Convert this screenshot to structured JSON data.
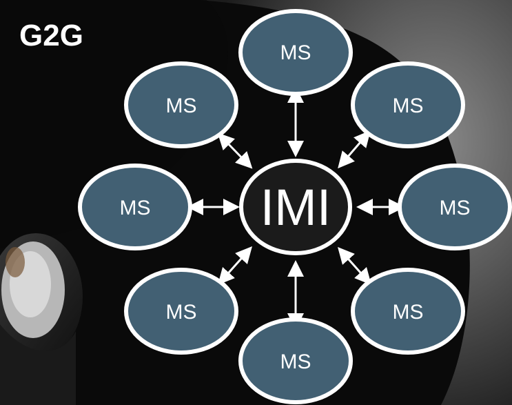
{
  "slide": {
    "title": "G2G"
  },
  "diagram": {
    "hub_label": "IMI",
    "node_labels": [
      "MS",
      "MS",
      "MS",
      "MS",
      "MS",
      "MS",
      "MS",
      "MS"
    ],
    "colors": {
      "node_fill": "#426073",
      "node_border": "#ffffff",
      "hub_fill": "#2a2a2a",
      "arrow": "#ffffff",
      "background_dark": "#0b0b0b",
      "background_planet": "#6a6a6a"
    }
  }
}
